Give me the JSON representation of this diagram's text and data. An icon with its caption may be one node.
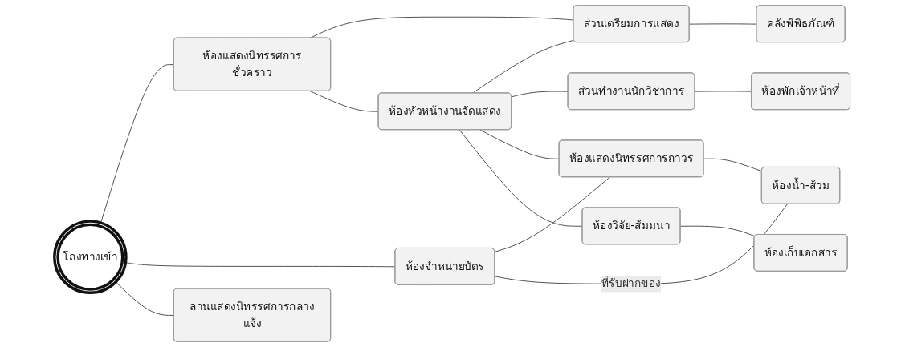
{
  "diagram": {
    "nodes": [
      {
        "text": [
          "โถงทางเข้า"
        ]
      },
      {
        "text": [
          "ห้องแสดงนิทรรศการชั่วคราว"
        ]
      },
      {
        "text": [
          "ห้องจำหน่ายบัตร"
        ]
      },
      {
        "text": [
          "ลานแสดงนิทรรศการกลางแจ้ง"
        ]
      },
      {
        "text": [
          "ส่วนเตรียมการแสดง"
        ]
      },
      {
        "text": [
          "คลังพิพิธภัณฑ์"
        ]
      },
      {
        "text": [
          "ห้องหัวหน้างานจัดแสดง"
        ]
      },
      {
        "text": [
          "ห้องแสดงนิทรรศการถาวร"
        ]
      },
      {
        "text": [
          "ห้องน้ำ-ส้วม"
        ]
      },
      {
        "text": [
          "ห้องวิจัย-ส้มมนา"
        ]
      },
      {
        "text": [
          "ห้องเก็บเอกสาร"
        ]
      },
      {
        "text": [
          "ส่วนทำงานนักวิชาการ"
        ]
      },
      {
        "text": [
          "ห้องพักเจ้าหน้าที่"
        ]
      }
    ],
    "edges": [
      {
        "from": 0,
        "to": 1,
        "arrow": "none"
      },
      {
        "from": 0,
        "to": 2,
        "arrow": "none"
      },
      {
        "from": 0,
        "to": 3,
        "arrow": "none"
      },
      {
        "from": 1,
        "to": 4,
        "arrow": "none"
      },
      {
        "from": 1,
        "to": 6,
        "arrow": "none"
      },
      {
        "from": 4,
        "to": 5,
        "arrow": "none"
      },
      {
        "from": 6,
        "to": 4,
        "arrow": "none"
      },
      {
        "from": 6,
        "to": 11,
        "arrow": "none"
      },
      {
        "from": 6,
        "to": 7,
        "arrow": "none"
      },
      {
        "from": 6,
        "to": 9,
        "arrow": "none"
      },
      {
        "from": 2,
        "to": 7,
        "arrow": "none"
      },
      {
        "from": 2,
        "to": 8,
        "label": "ที่รับฝากของ",
        "arrow": "none"
      },
      {
        "from": 7,
        "to": 8,
        "arrow": "none"
      },
      {
        "from": 9,
        "to": 10,
        "arrow": "none"
      },
      {
        "from": 11,
        "to": 12,
        "arrow": "none"
      }
    ]
  }
}
